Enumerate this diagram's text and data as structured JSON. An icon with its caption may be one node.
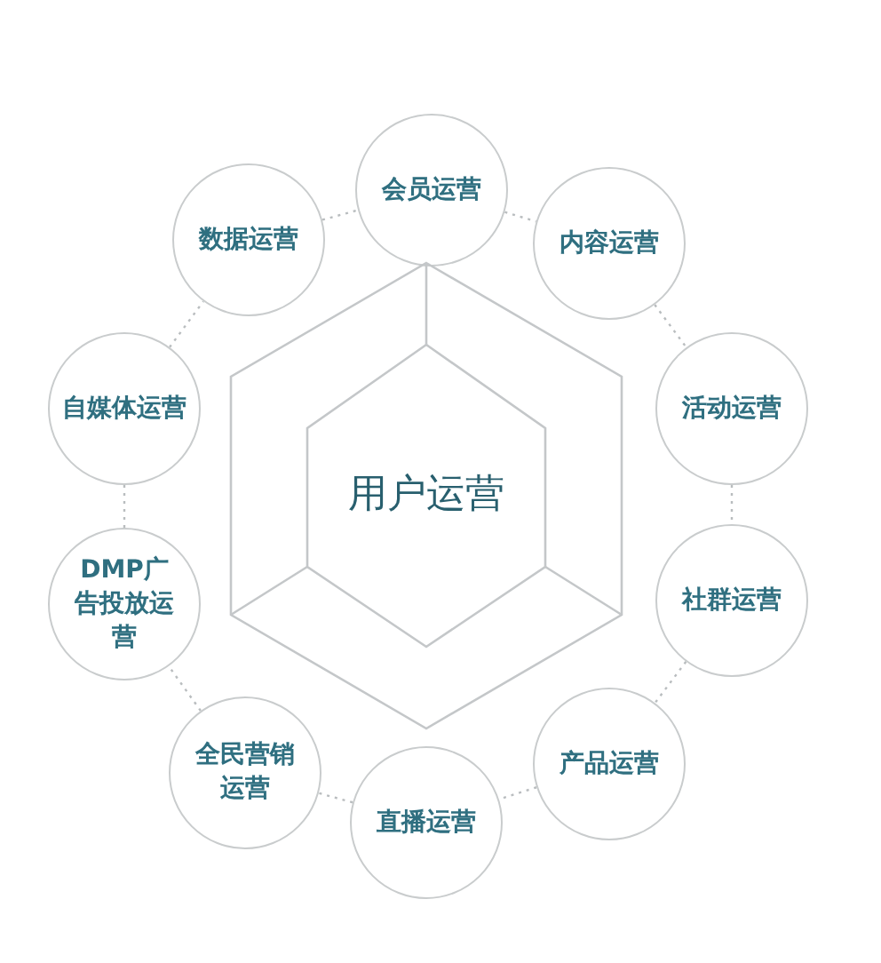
{
  "diagram": {
    "nodes": [
      {
        "text": [
          "会员运营"
        ]
      },
      {
        "text": [
          "内容运营"
        ]
      },
      {
        "text": [
          "活动运营"
        ]
      },
      {
        "text": [
          "社群运营"
        ]
      },
      {
        "text": [
          "产品运营"
        ]
      },
      {
        "text": [
          "直播运营"
        ]
      },
      {
        "text": [
          "全民营销运营"
        ]
      },
      {
        "text": [
          "DMP广告投放运营"
        ]
      },
      {
        "text": [
          "自媒体运营"
        ]
      },
      {
        "text": [
          "数据运营"
        ]
      },
      {
        "text": [
          "用户运营"
        ]
      }
    ],
    "edges": [
      {
        "from": 0,
        "to": 1,
        "arrow": "none",
        "style": "dashed"
      },
      {
        "from": 1,
        "to": 2,
        "arrow": "none",
        "style": "dashed"
      },
      {
        "from": 2,
        "to": 3,
        "arrow": "none",
        "style": "dashed"
      },
      {
        "from": 3,
        "to": 4,
        "arrow": "none",
        "style": "dashed"
      },
      {
        "from": 4,
        "to": 5,
        "arrow": "none",
        "style": "dashed"
      },
      {
        "from": 5,
        "to": 6,
        "arrow": "none",
        "style": "dashed"
      },
      {
        "from": 6,
        "to": 7,
        "arrow": "none",
        "style": "dashed"
      },
      {
        "from": 7,
        "to": 8,
        "arrow": "none",
        "style": "dashed"
      },
      {
        "from": 8,
        "to": 9,
        "arrow": "none",
        "style": "dashed"
      },
      {
        "from": 9,
        "to": 0,
        "arrow": "none",
        "style": "dashed"
      }
    ]
  }
}
